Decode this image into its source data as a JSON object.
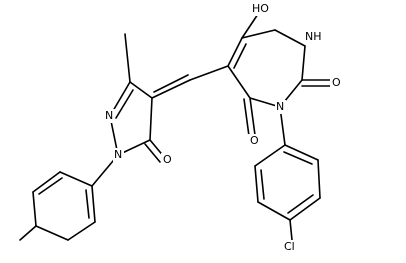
{
  "diagram": {
    "kind": "chemical-structure",
    "colors": {
      "bond": "#000000",
      "label": "#000000",
      "background": "#ffffff"
    },
    "labels": {
      "hydroxyl": "HO",
      "nh": "NH",
      "carbonyl_top": "O",
      "n_imide": "N",
      "carbonyl_bottom": "O",
      "chloro": "Cl",
      "pyrazole_n1": "N",
      "pyrazole_n2": "N",
      "pyrazolone_o": "O"
    }
  }
}
